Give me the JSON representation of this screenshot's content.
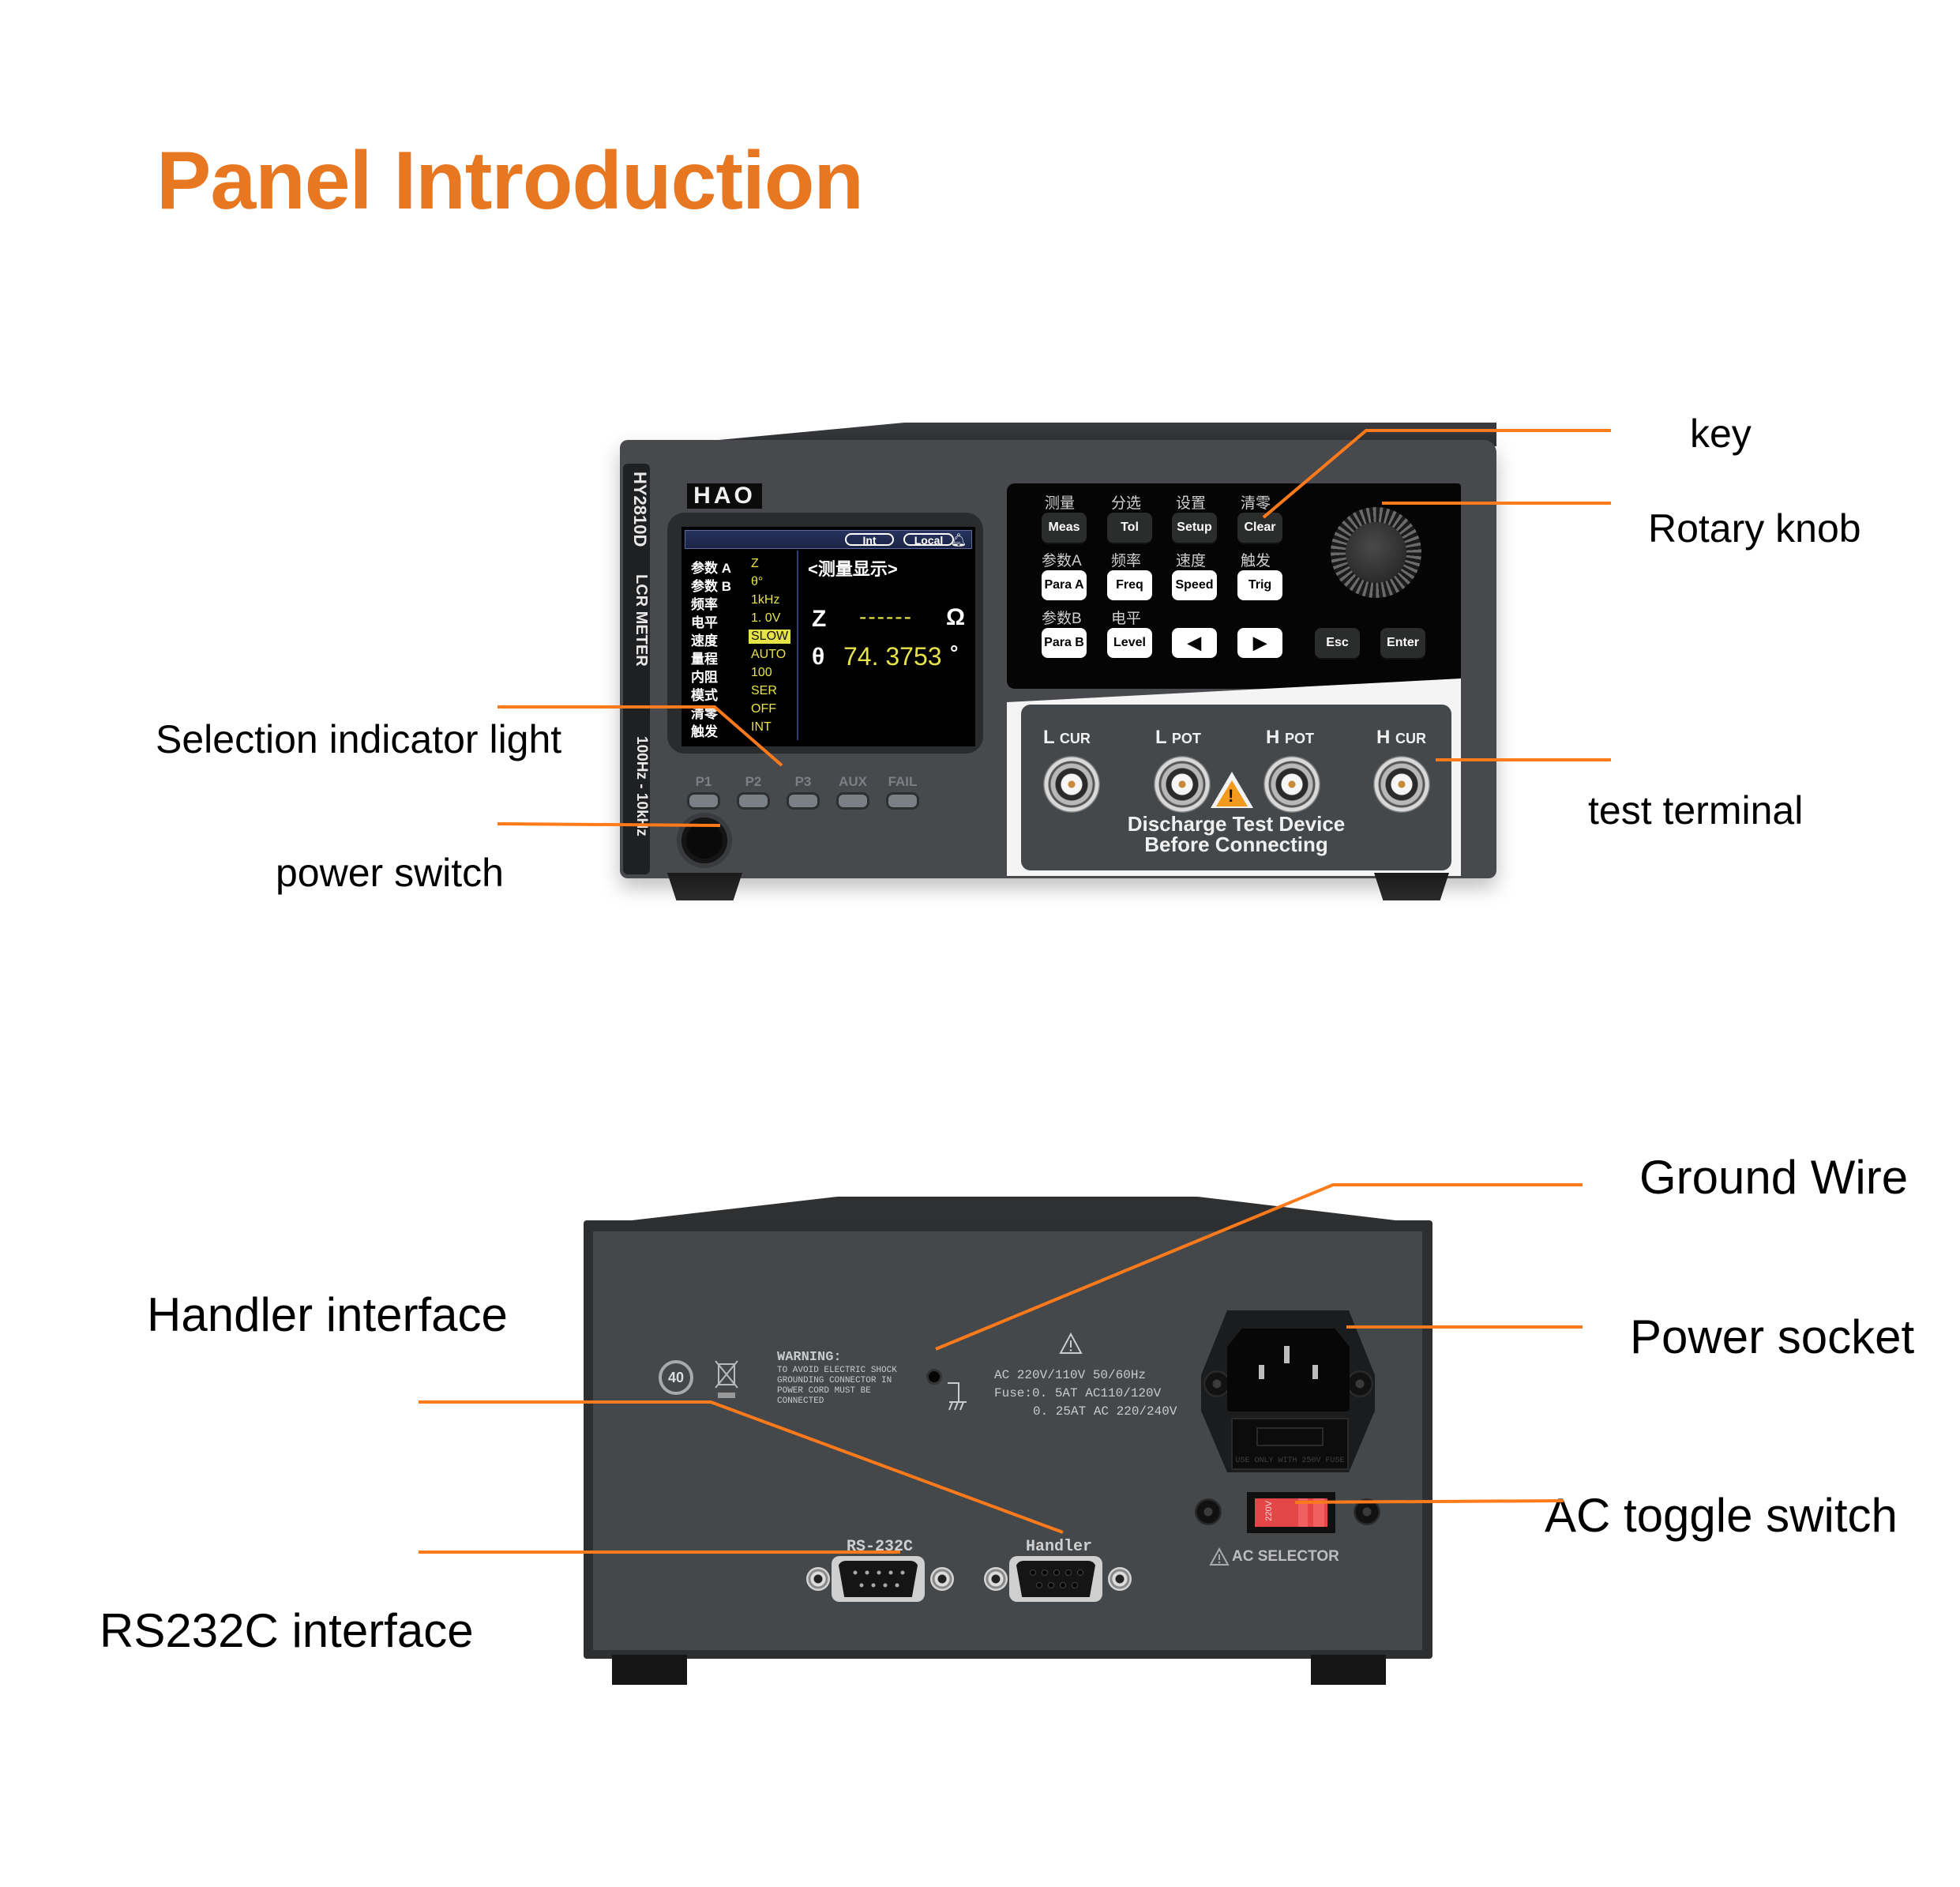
{
  "title": "Panel Introduction",
  "colors": {
    "accent": "#E87722",
    "callout_line": "#FF7A1A",
    "lcd_value": "#E6E34A"
  },
  "callouts": {
    "key": "key",
    "rotary_knob": "Rotary knob",
    "selection_indicator_light": "Selection indicator light",
    "test_terminal": "test terminal",
    "power_switch": "power switch",
    "ground_wire": "Ground Wire",
    "handler_interface": "Handler interface",
    "power_socket": "Power socket",
    "ac_toggle_switch": "AC toggle switch",
    "rs232c_interface": "RS232C interface"
  },
  "front": {
    "model": "HY2810D",
    "type": "LCR METER",
    "range": "100Hz - 10kHz",
    "logo": "HAO",
    "screen": {
      "status": {
        "trigger": "Int",
        "mode": "Local",
        "icon": "bell-icon"
      },
      "heading": "<测量显示>",
      "params": [
        {
          "label": "参数 A",
          "value": "Z",
          "highlight": false
        },
        {
          "label": "参数 B",
          "value": "θ°",
          "highlight": false
        },
        {
          "label": "频率",
          "value": "1kHz",
          "highlight": false
        },
        {
          "label": "电平",
          "value": "1. 0V",
          "highlight": false
        },
        {
          "label": "速度",
          "value": "SLOW",
          "highlight": true
        },
        {
          "label": "量程",
          "value": "AUTO",
          "highlight": false
        },
        {
          "label": "内阻",
          "value": "100",
          "highlight": false
        },
        {
          "label": "模式",
          "value": "SER",
          "highlight": false
        },
        {
          "label": "清零",
          "value": "OFF",
          "highlight": false
        },
        {
          "label": "触发",
          "value": "INT",
          "highlight": false
        }
      ],
      "primary": {
        "symbol": "Z",
        "value": "------",
        "unit": "Ω"
      },
      "secondary": {
        "symbol": "θ",
        "value": "74. 3753",
        "unit": "°"
      }
    },
    "indicators": [
      "P1",
      "P2",
      "P3",
      "AUX",
      "FAIL"
    ],
    "keypad": {
      "row1_cn": [
        "测量",
        "分选",
        "设置",
        "清零"
      ],
      "row1_keys": [
        "Meas",
        "Tol",
        "Setup",
        "Clear"
      ],
      "row2_cn": [
        "参数A",
        "频率",
        "速度",
        "触发"
      ],
      "row2_keys": [
        "Para A",
        "Freq",
        "Speed",
        "Trig"
      ],
      "row3_cn": [
        "参数B",
        "电平"
      ],
      "row3_keys": [
        "Para B",
        "Level",
        "◀",
        "▶"
      ],
      "esc": "Esc",
      "enter": "Enter"
    },
    "terminals": [
      {
        "big": "L",
        "small": "CUR"
      },
      {
        "big": "L",
        "small": "POT"
      },
      {
        "big": "H",
        "small": "POT"
      },
      {
        "big": "H",
        "small": "CUR"
      }
    ],
    "terminal_warning": [
      "Discharge Test Device",
      "Before Connecting"
    ],
    "warning_symbol": "!"
  },
  "back": {
    "env_badge": "40",
    "warning_title": "WARNING:",
    "warning_lines": [
      "TO AVOID ELECTRIC SHOCK",
      "GROUNDING CONNECTOR IN",
      "POWER CORD MUST BE",
      "CONNECTED"
    ],
    "power_spec": [
      "AC 220V/110V 50/60Hz",
      "Fuse:0. 5AT AC110/120V",
      "0. 25AT AC 220/240V"
    ],
    "fuse_label": "USE ONLY WITH 250V FUSE",
    "ac_switch_value": "220V",
    "ac_selector_label": "AC SELECTOR",
    "rs232_label": "RS-232C",
    "handler_label": "Handler"
  }
}
